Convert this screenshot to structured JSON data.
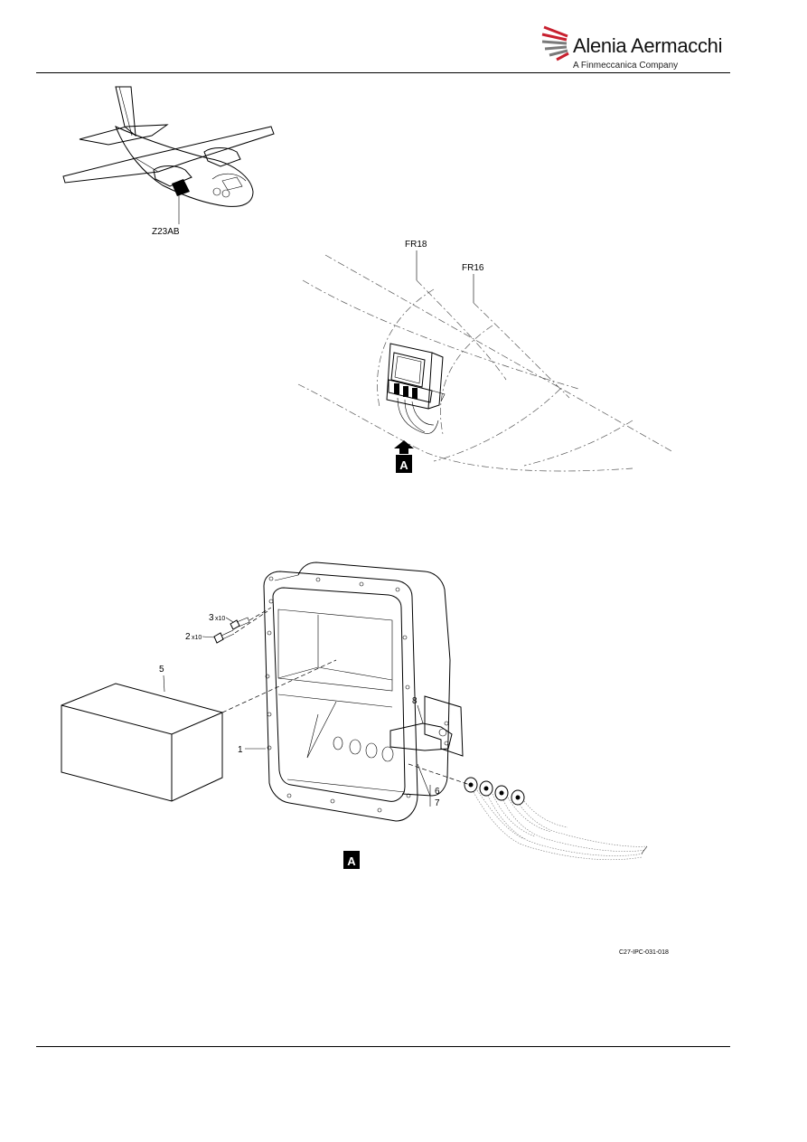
{
  "header": {
    "logo_name": "Alenia Aermacchi",
    "logo_sub": "A Finmeccanica Company",
    "logo_colors": {
      "red": "#c8202f",
      "gray": "#7a7a7a"
    }
  },
  "aircraft_view": {
    "zone_label": "Z23AB"
  },
  "location_view": {
    "frame_labels": [
      "FR18",
      "FR16"
    ],
    "view_marker": "A"
  },
  "detail_view": {
    "view_marker": "A",
    "callouts": {
      "item1": "1",
      "item2": "2",
      "item2_qty": "x10",
      "item3": "3",
      "item3_qty": "x10",
      "item5": "5",
      "item6": "6",
      "item7": "7",
      "item8": "8"
    }
  },
  "figure_ref": "C27-IPC-031-018"
}
